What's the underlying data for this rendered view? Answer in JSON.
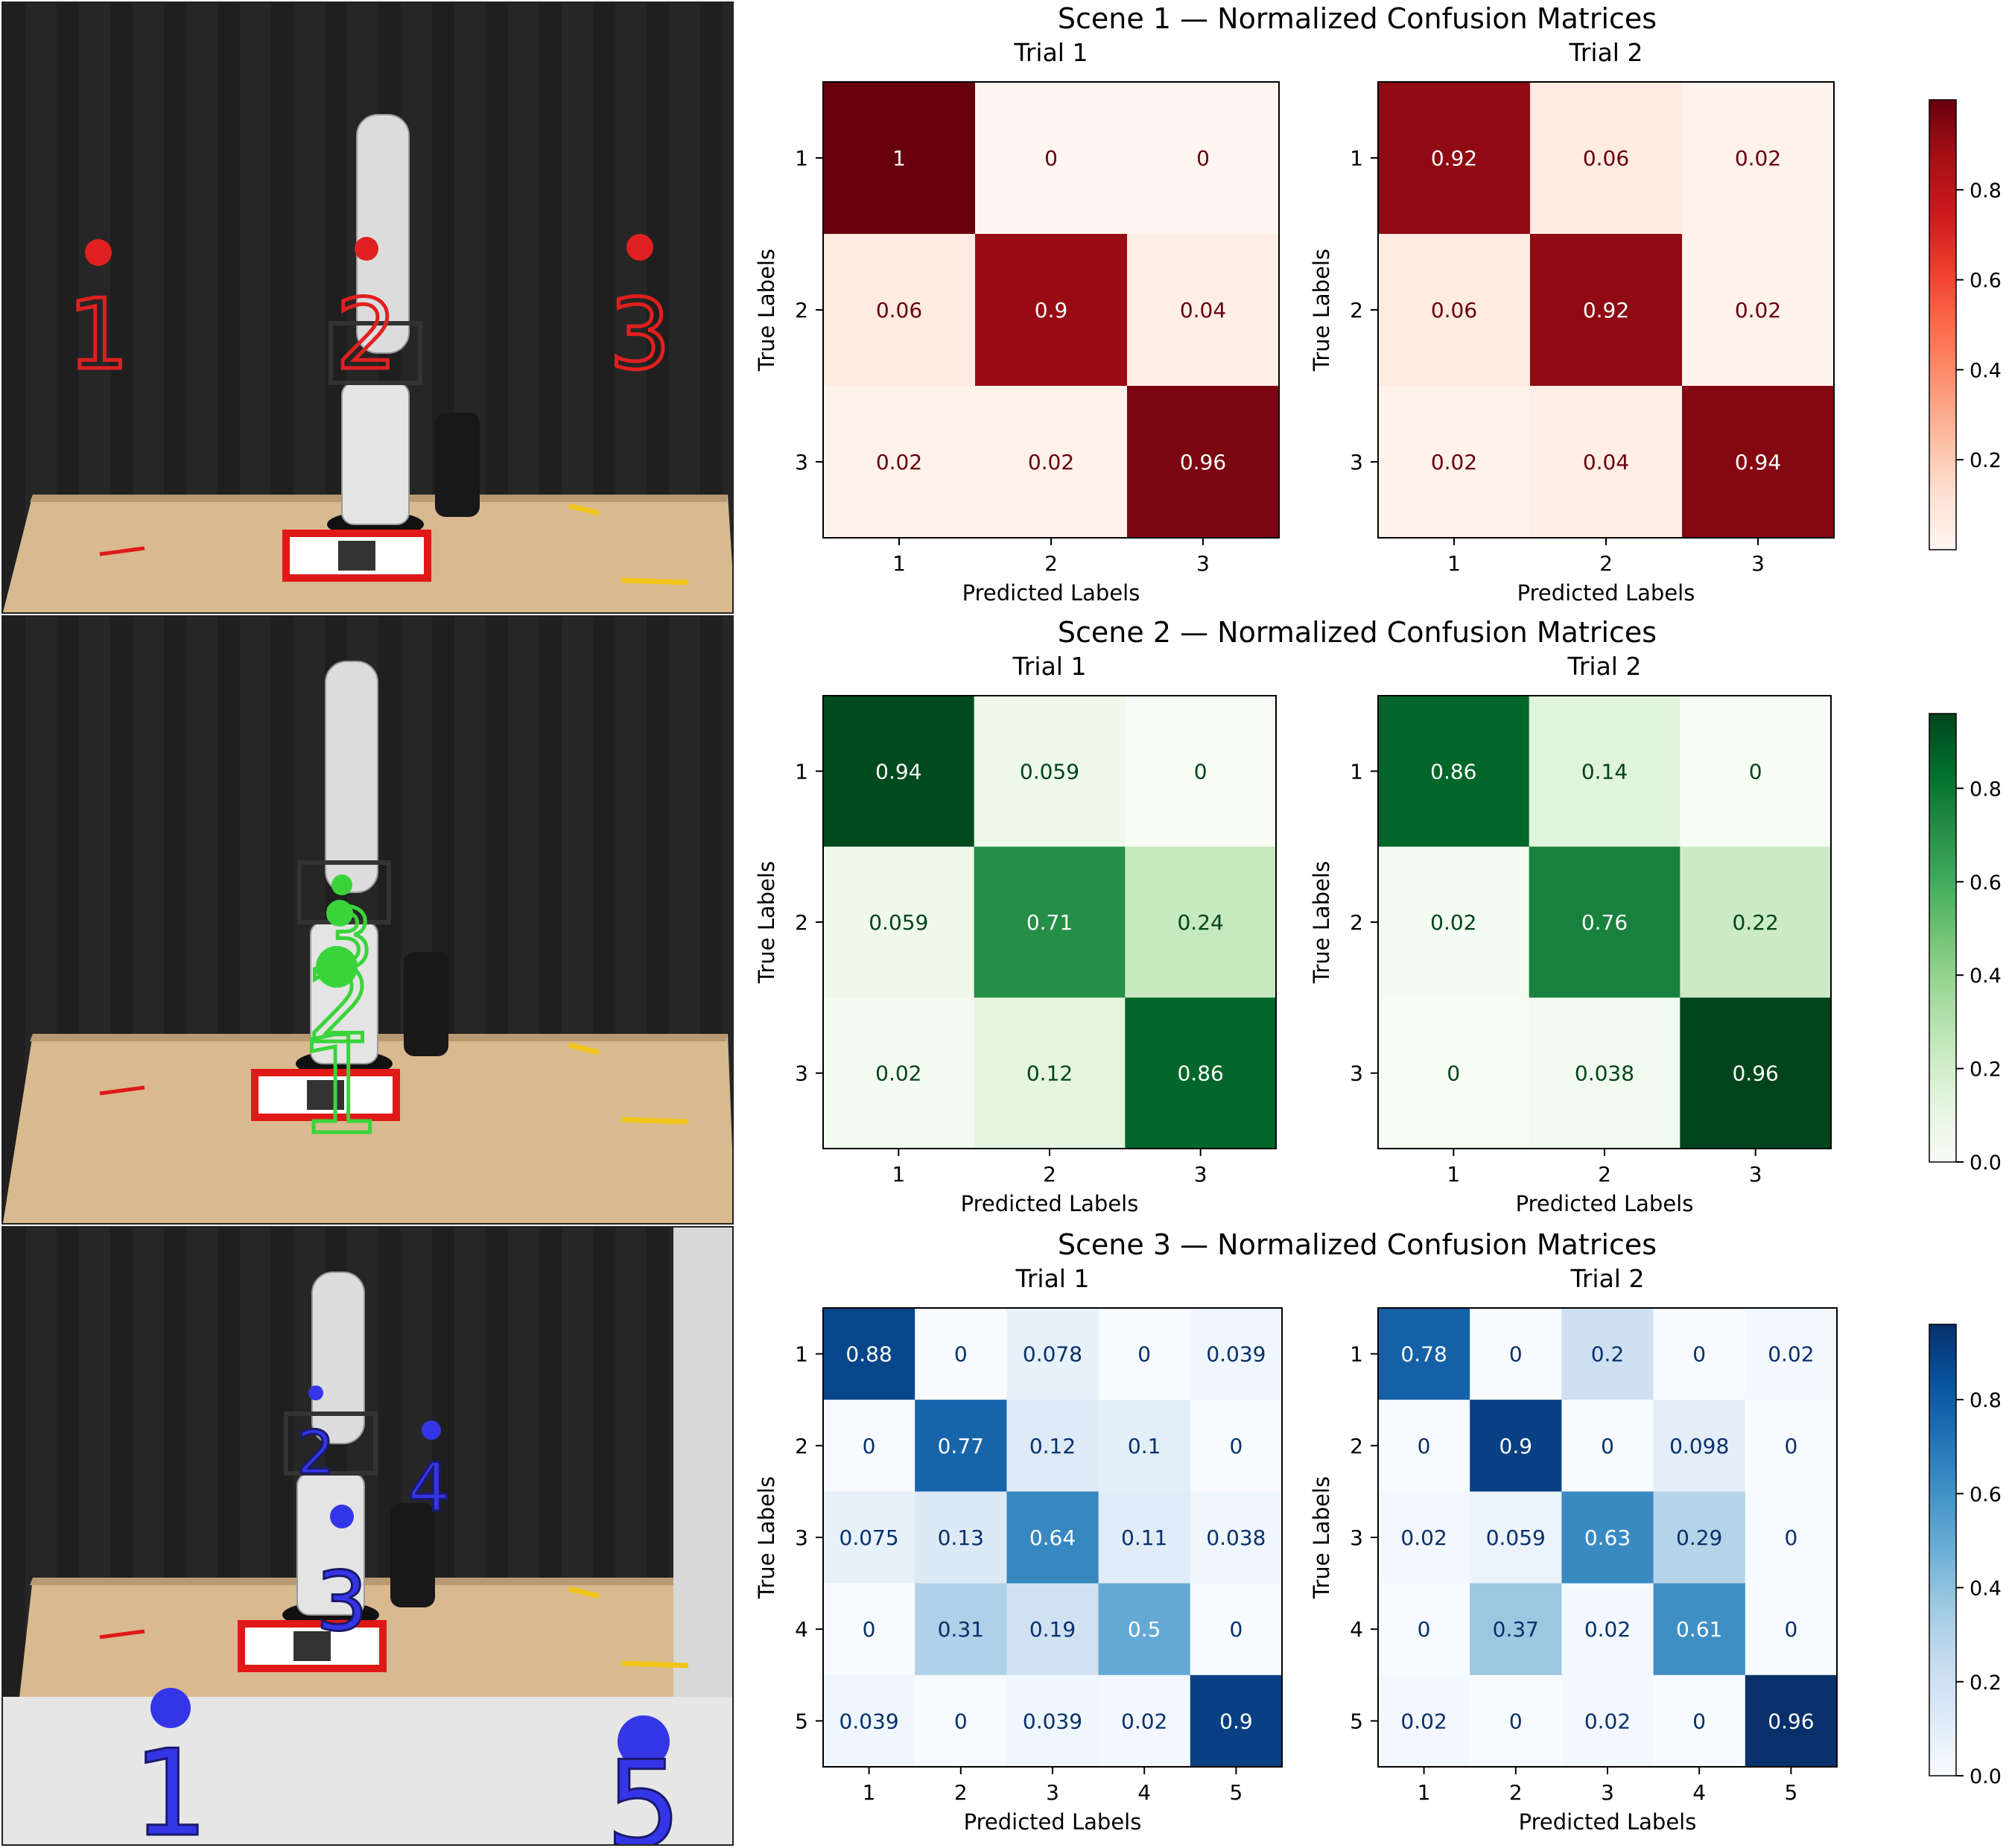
{
  "photos": [
    {
      "labels": [
        "1",
        "2",
        "3"
      ],
      "ball_color": "#e02020",
      "label_color": "#e02020"
    },
    {
      "labels": [
        "3",
        "2",
        "1"
      ],
      "ball_color": "#3ad43a",
      "label_color": "#3ad43a"
    },
    {
      "labels": [
        "1",
        "2",
        "3",
        "4",
        "5"
      ],
      "ball_color": "#3535e8",
      "label_color": "#3535e8"
    }
  ],
  "chart_data": [
    {
      "type": "heatmap",
      "title": "Scene 1 — Normalized Confusion Matrices",
      "colormap": "Reds",
      "colorbar_ticks": [
        "0.2",
        "0.4",
        "0.6",
        "0.8"
      ],
      "colorbar_range": [
        0.0,
        1.0
      ],
      "panels": [
        {
          "subtitle": "Trial 1",
          "xlabel": "Predicted Labels",
          "ylabel": "True Labels",
          "labels": [
            "1",
            "2",
            "3"
          ],
          "values": [
            [
              "1",
              "0",
              "0"
            ],
            [
              "0.06",
              "0.9",
              "0.04"
            ],
            [
              "0.02",
              "0.02",
              "0.96"
            ]
          ]
        },
        {
          "subtitle": "Trial 2",
          "xlabel": "Predicted Labels",
          "ylabel": "True Labels",
          "labels": [
            "1",
            "2",
            "3"
          ],
          "values": [
            [
              "0.92",
              "0.06",
              "0.02"
            ],
            [
              "0.06",
              "0.92",
              "0.02"
            ],
            [
              "0.02",
              "0.04",
              "0.94"
            ]
          ]
        }
      ]
    },
    {
      "type": "heatmap",
      "title": "Scene 2 — Normalized Confusion Matrices",
      "colormap": "Greens",
      "colorbar_ticks": [
        "0.0",
        "0.2",
        "0.4",
        "0.6",
        "0.8"
      ],
      "colorbar_range": [
        0.0,
        0.96
      ],
      "panels": [
        {
          "subtitle": "Trial 1",
          "xlabel": "Predicted Labels",
          "ylabel": "True Labels",
          "labels": [
            "1",
            "2",
            "3"
          ],
          "values": [
            [
              "0.94",
              "0.059",
              "0"
            ],
            [
              "0.059",
              "0.71",
              "0.24"
            ],
            [
              "0.02",
              "0.12",
              "0.86"
            ]
          ]
        },
        {
          "subtitle": "Trial 2",
          "xlabel": "Predicted Labels",
          "ylabel": "True Labels",
          "labels": [
            "1",
            "2",
            "3"
          ],
          "values": [
            [
              "0.86",
              "0.14",
              "0"
            ],
            [
              "0.02",
              "0.76",
              "0.22"
            ],
            [
              "0",
              "0.038",
              "0.96"
            ]
          ]
        }
      ]
    },
    {
      "type": "heatmap",
      "title": "Scene 3 — Normalized Confusion Matrices",
      "colormap": "Blues",
      "colorbar_ticks": [
        "0.0",
        "0.2",
        "0.4",
        "0.6",
        "0.8"
      ],
      "colorbar_range": [
        0.0,
        0.96
      ],
      "panels": [
        {
          "subtitle": "Trial 1",
          "xlabel": "Predicted Labels",
          "ylabel": "True Labels",
          "labels": [
            "1",
            "2",
            "3",
            "4",
            "5"
          ],
          "values": [
            [
              "0.88",
              "0",
              "0.078",
              "0",
              "0.039"
            ],
            [
              "0",
              "0.77",
              "0.12",
              "0.1",
              "0"
            ],
            [
              "0.075",
              "0.13",
              "0.64",
              "0.11",
              "0.038"
            ],
            [
              "0",
              "0.31",
              "0.19",
              "0.5",
              "0"
            ],
            [
              "0.039",
              "0",
              "0.039",
              "0.02",
              "0.9"
            ]
          ]
        },
        {
          "subtitle": "Trial 2",
          "xlabel": "Predicted Labels",
          "ylabel": "True Labels",
          "labels": [
            "1",
            "2",
            "3",
            "4",
            "5"
          ],
          "values": [
            [
              "0.78",
              "0",
              "0.2",
              "0",
              "0.02"
            ],
            [
              "0",
              "0.9",
              "0",
              "0.098",
              "0"
            ],
            [
              "0.02",
              "0.059",
              "0.63",
              "0.29",
              "0"
            ],
            [
              "0",
              "0.37",
              "0.02",
              "0.61",
              "0"
            ],
            [
              "0.02",
              "0",
              "0.02",
              "0",
              "0.96"
            ]
          ]
        }
      ]
    }
  ]
}
